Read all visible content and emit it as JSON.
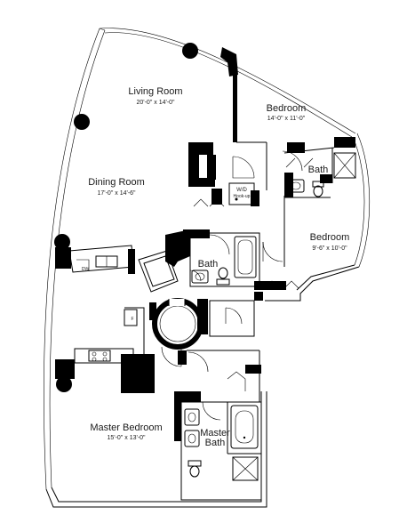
{
  "rooms": {
    "living_room": {
      "name": "Living Room",
      "dims": "20'-0\" x 14'-0\""
    },
    "bedroom_1": {
      "name": "Bedroom",
      "dims": "14'-0\" x 11'-0\""
    },
    "dining_room": {
      "name": "Dining Room",
      "dims": "17'-0\" x 14'-6\""
    },
    "bedroom_2": {
      "name": "Bedroom",
      "dims": "9'-6\" x 10'-0\""
    },
    "master_bedroom": {
      "name": "Master Bedroom",
      "dims": "15'-0\" x 13'-0\""
    },
    "bath_1": {
      "name": "Bath"
    },
    "bath_2": {
      "name": "Bath"
    },
    "master_bath": {
      "name_line1": "Master",
      "name_line2": "Bath"
    }
  },
  "labels": {
    "wd_line1": "W/D",
    "wd_line2": "Hook-up",
    "dw": "DW",
    "fridge": "F"
  }
}
